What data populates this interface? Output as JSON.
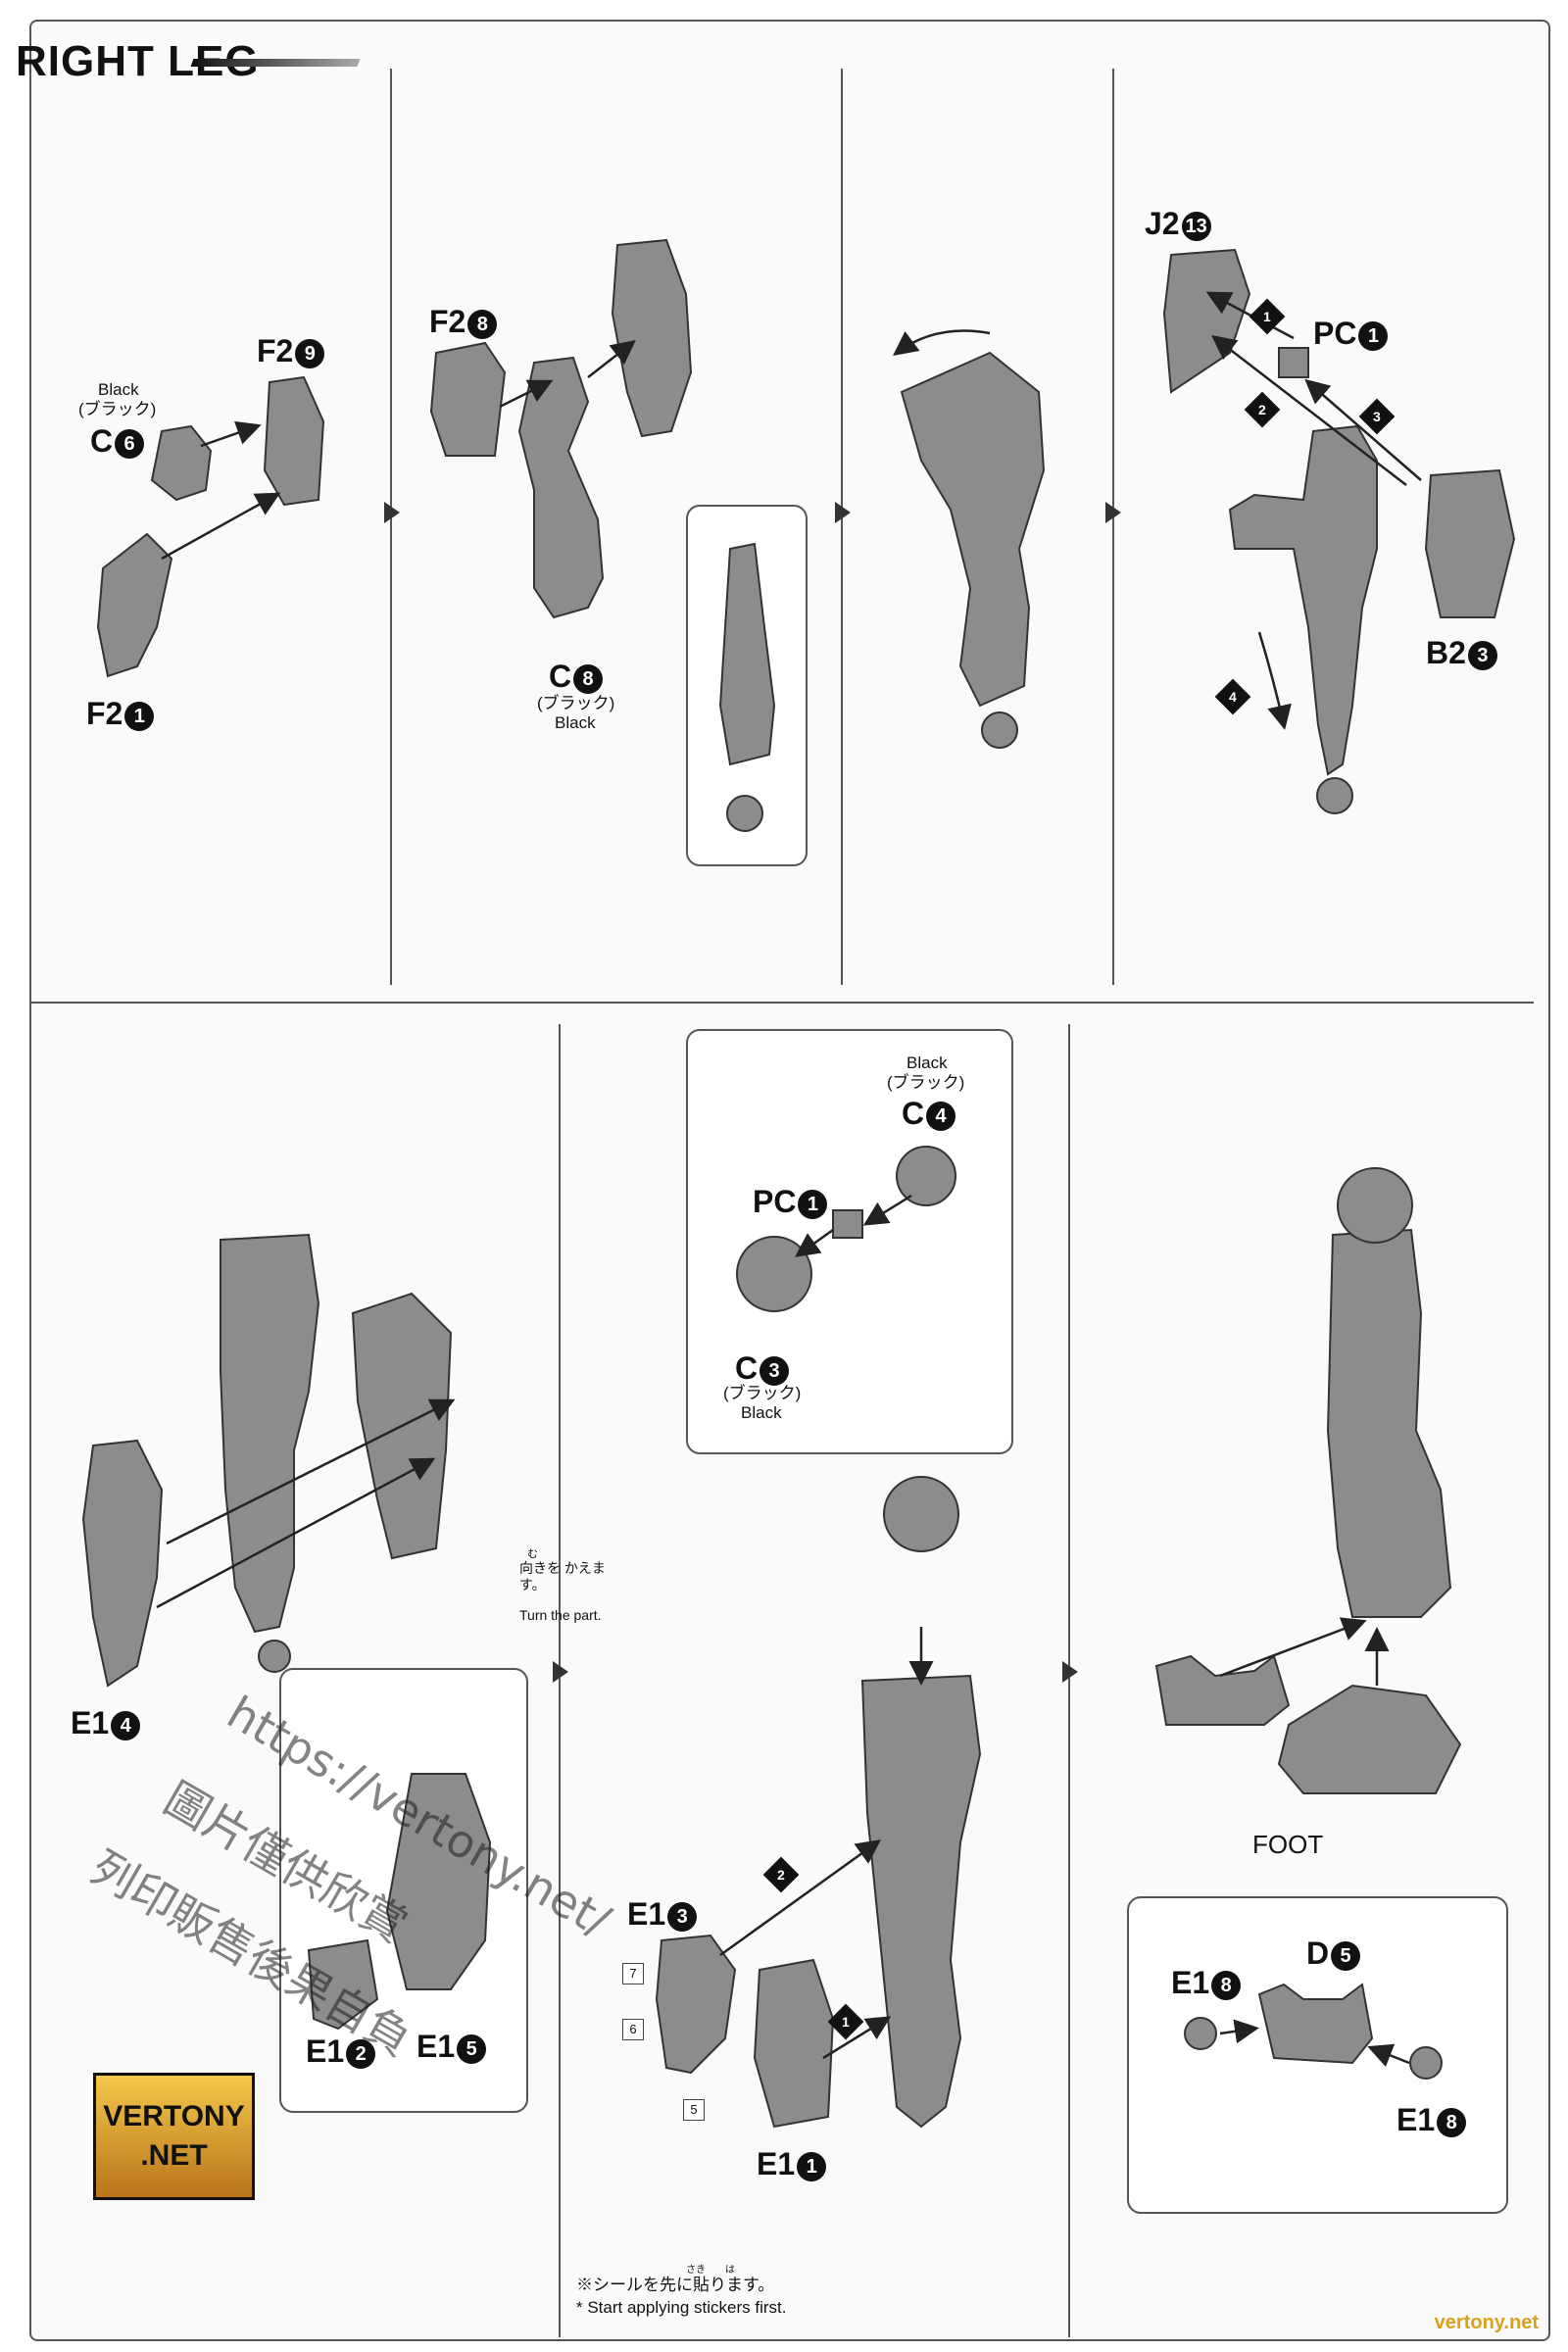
{
  "title": "RIGHT LEG",
  "step1": {
    "black_en": "Black",
    "black_jp": "(ブラック)",
    "c_label": "C",
    "c_num": "6",
    "f2_top_label": "F2",
    "f2_top_num": "9",
    "f2_bottom_label": "F2",
    "f2_bottom_num": "1"
  },
  "step2": {
    "f2_label": "F2",
    "f2_num": "8",
    "c_label": "C",
    "c_num": "8",
    "black_jp": "(ブラック)",
    "black_en": "Black"
  },
  "step4": {
    "j2_label": "J2",
    "j2_num": "13",
    "pc_label": "PC",
    "pc_num": "1",
    "b2_label": "B2",
    "b2_num": "3",
    "steps": [
      "1",
      "2",
      "3",
      "4"
    ]
  },
  "step5": {
    "e1_label": "E1",
    "e1_num": "4",
    "e1_callout_a_label": "E1",
    "e1_callout_a_num": "2",
    "e1_callout_b_label": "E1",
    "e1_callout_b_num": "5"
  },
  "turn_note": {
    "furigana": "む",
    "jp": "向きを かえます。",
    "en": "Turn the part."
  },
  "step6": {
    "black_en": "Black",
    "black_jp": "(ブラック)",
    "c4_label": "C",
    "c4_num": "4",
    "pc_label": "PC",
    "pc_num": "1",
    "c3_label": "C",
    "c3_num": "3",
    "c3_black_jp": "(ブラック)",
    "c3_black_en": "Black",
    "e13_label": "E1",
    "e13_num": "3",
    "e11_label": "E1",
    "e11_num": "1",
    "stickers": [
      "7",
      "6",
      "5"
    ],
    "steps": [
      "2",
      "1"
    ]
  },
  "step7": {
    "foot_label": "FOOT",
    "e18_left_label": "E1",
    "e18_left_num": "8",
    "d_label": "D",
    "d_num": "5",
    "e18_right_label": "E1",
    "e18_right_num": "8"
  },
  "note": {
    "furigana_1": "さき",
    "furigana_2": "は",
    "jp": "※シールを先に貼ります。",
    "en": "* Start applying stickers first."
  },
  "logo": {
    "line1": "VERTONY",
    "line2": ".NET"
  },
  "watermark": {
    "url": "https://vertony.net/",
    "line1": "圖片僅供欣賞",
    "line2": "列印販售後果自負"
  },
  "footer_url": "vertony.net",
  "colors": {
    "part": "#8c8c8c",
    "part_dark": "#5a5a5a",
    "line": "#333333"
  }
}
